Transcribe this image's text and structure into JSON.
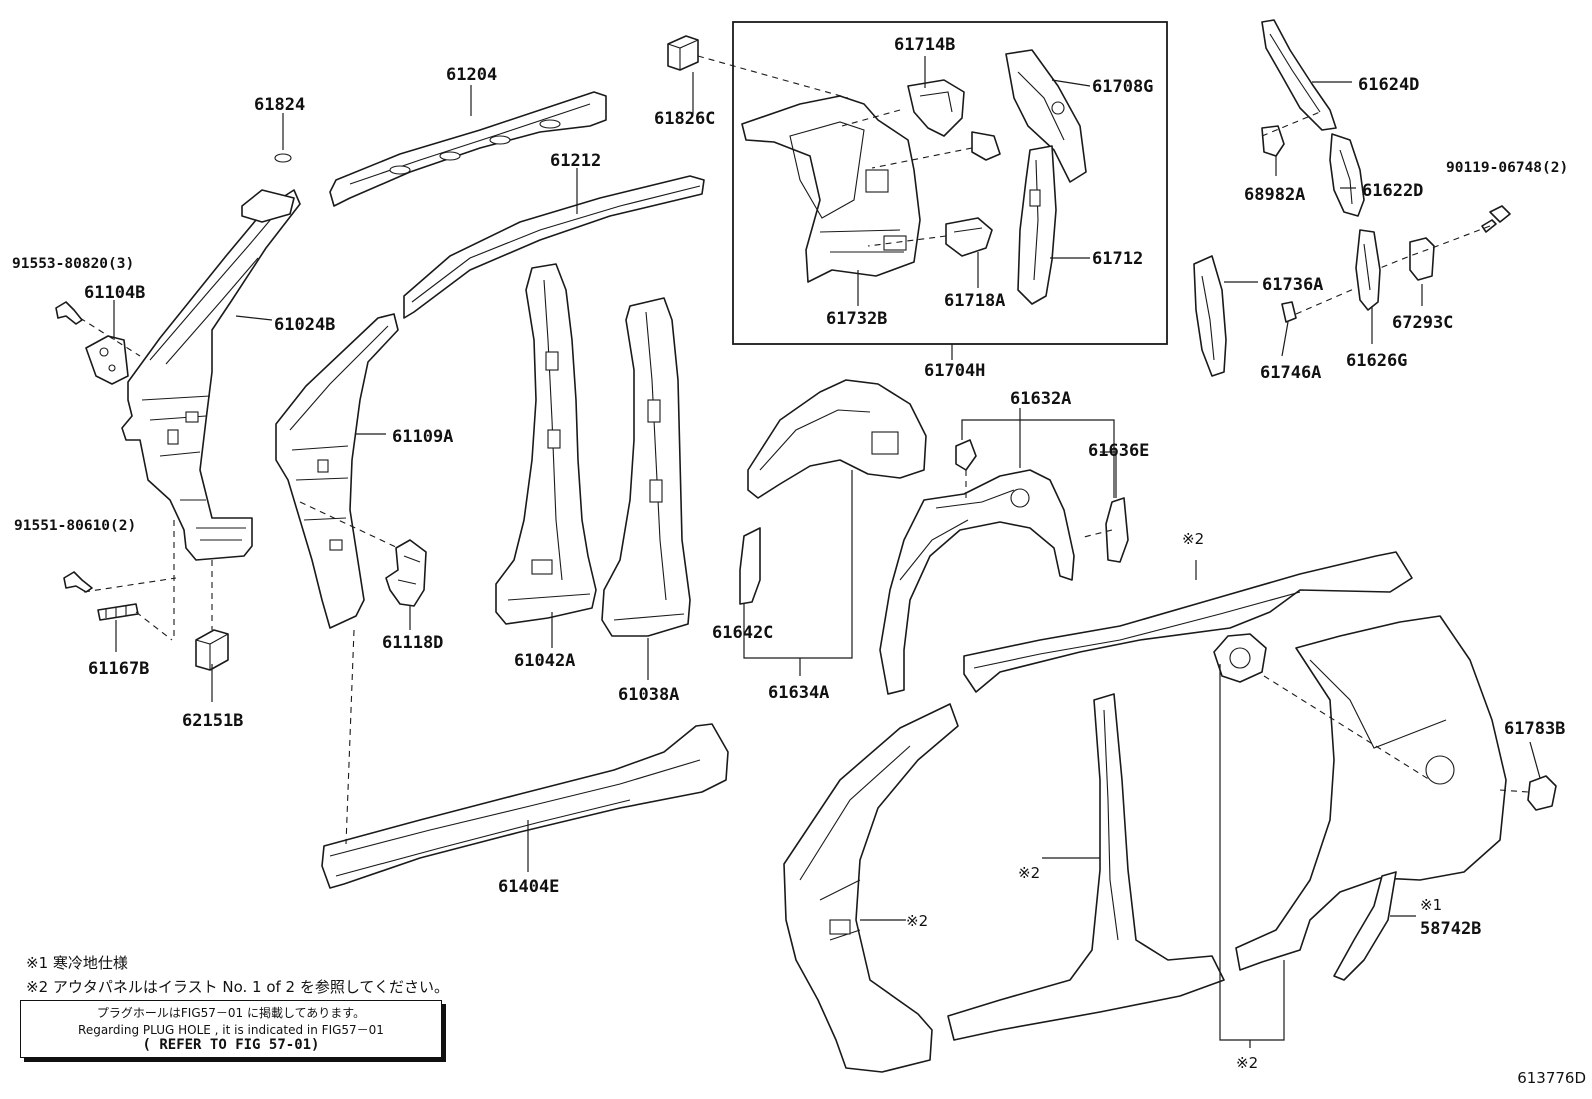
{
  "labels": {
    "p61824": "61824",
    "p61204": "61204",
    "p61212": "61212",
    "p61826c": "61826C",
    "p61714b": "61714B",
    "p61708g": "61708G",
    "p61712": "61712",
    "p61718a": "61718A",
    "p61732b": "61732B",
    "p61704h": "61704H",
    "p61624d": "61624D",
    "p68982a": "68982A",
    "p61622d": "61622D",
    "p90119": "90119-06748(2)",
    "p61736a": "61736A",
    "p67293c": "67293C",
    "p61746a": "61746A",
    "p61626g": "61626G",
    "p91553": "91553-80820(3)",
    "p61104b": "61104B",
    "p61024b": "61024B",
    "p61109a": "61109A",
    "p91551": "91551-80610(2)",
    "p61118d": "61118D",
    "p61042a": "61042A",
    "p61038a": "61038A",
    "p61167b": "61167B",
    "p62151b": "62151B",
    "p61632a": "61632A",
    "p61636e": "61636E",
    "p61642c": "61642C",
    "p61634a": "61634A",
    "p61404e": "61404E",
    "p61783b": "61783B",
    "p58742b": "58742B"
  },
  "marks": {
    "m2_roof": "※2",
    "m2_front": "※2",
    "m2_center": "※2",
    "m1_rear": "※1",
    "m2_bottom": "※2"
  },
  "notes": {
    "note1": "※1 寒冷地仕様",
    "note2": "※2 アウタパネルはイラスト No. 1 of 2 を参照してください。"
  },
  "plug_box": {
    "line1": "プラグホールはFIG57－01 に掲載してあります。",
    "line2": "Regarding PLUG HOLE , it is indicated in FIG57－01",
    "line3": "( REFER TO FIG 57-01)"
  },
  "figure_id": "613776D"
}
